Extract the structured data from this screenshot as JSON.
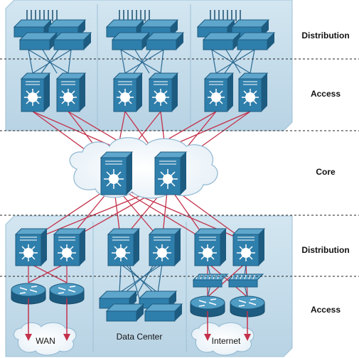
{
  "tiers": {
    "top_distribution": "Distribution",
    "top_access": "Access",
    "core": "Core",
    "bottom_distribution": "Distribution",
    "bottom_access": "Access"
  },
  "zones": {
    "wan": "WAN",
    "data_center": "Data Center",
    "internet": "Internet"
  },
  "colors": {
    "building": "#c3dbe9",
    "device_front": "#2f7fac",
    "device_top": "#5fa6cc",
    "device_side": "#1d5b80",
    "link_red": "#c4314b",
    "link_blue": "#2a6a93",
    "separator": "#222222"
  }
}
